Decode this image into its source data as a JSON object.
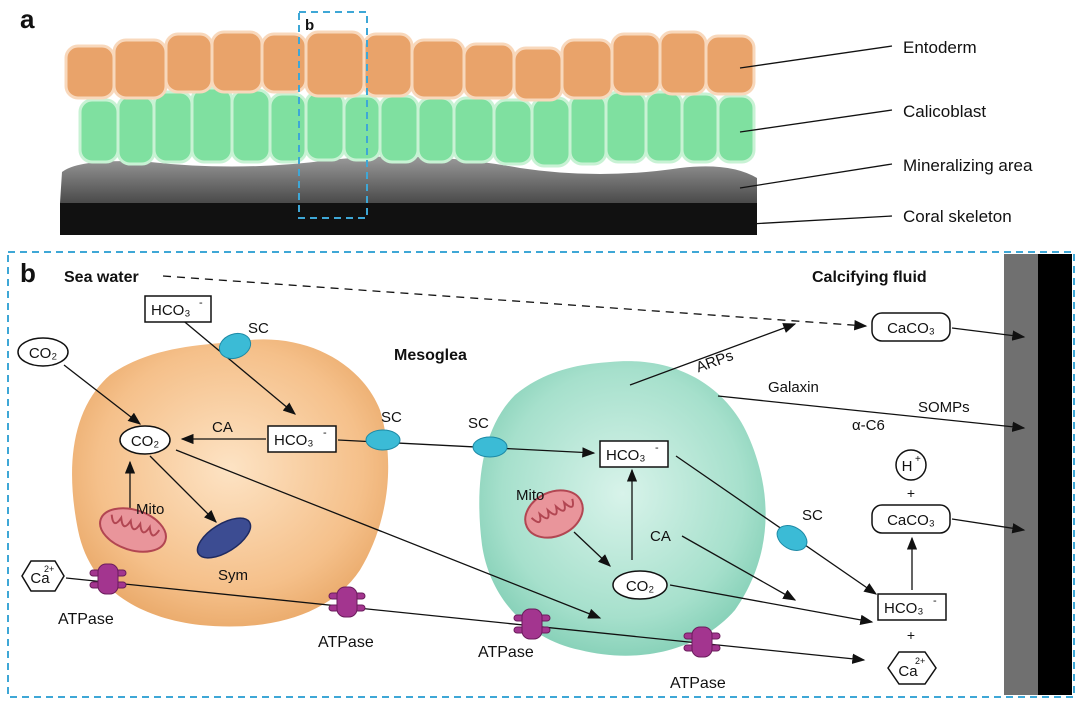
{
  "panel_a": {
    "label": "a",
    "inset_label": "b",
    "layers": {
      "entoderm": "Entoderm",
      "calicoblast": "Calicoblast",
      "mineralizing": "Mineralizing area",
      "skeleton": "Coral skeleton"
    }
  },
  "panel_b": {
    "label": "b",
    "regions": {
      "sea_water": "Sea water",
      "calcifying_fluid": "Calcifying fluid",
      "mesoglea": "Mesoglea"
    },
    "molecules": {
      "co2": "CO₂",
      "hco3": "HCO₃",
      "hco3_charge": "-",
      "caco3": "CaCO₃",
      "ca": "Ca",
      "ca_charge": "2+",
      "h": "H",
      "h_charge": "+",
      "plus": "+"
    },
    "proteins": {
      "sc": "SC",
      "ca_enzyme": "CA",
      "atpase": "ATPase",
      "mito": "Mito",
      "sym": "Sym",
      "arps": "ARPs",
      "galaxin": "Galaxin",
      "somps": "SOMPs",
      "alpha_c6": "α-C6"
    }
  }
}
